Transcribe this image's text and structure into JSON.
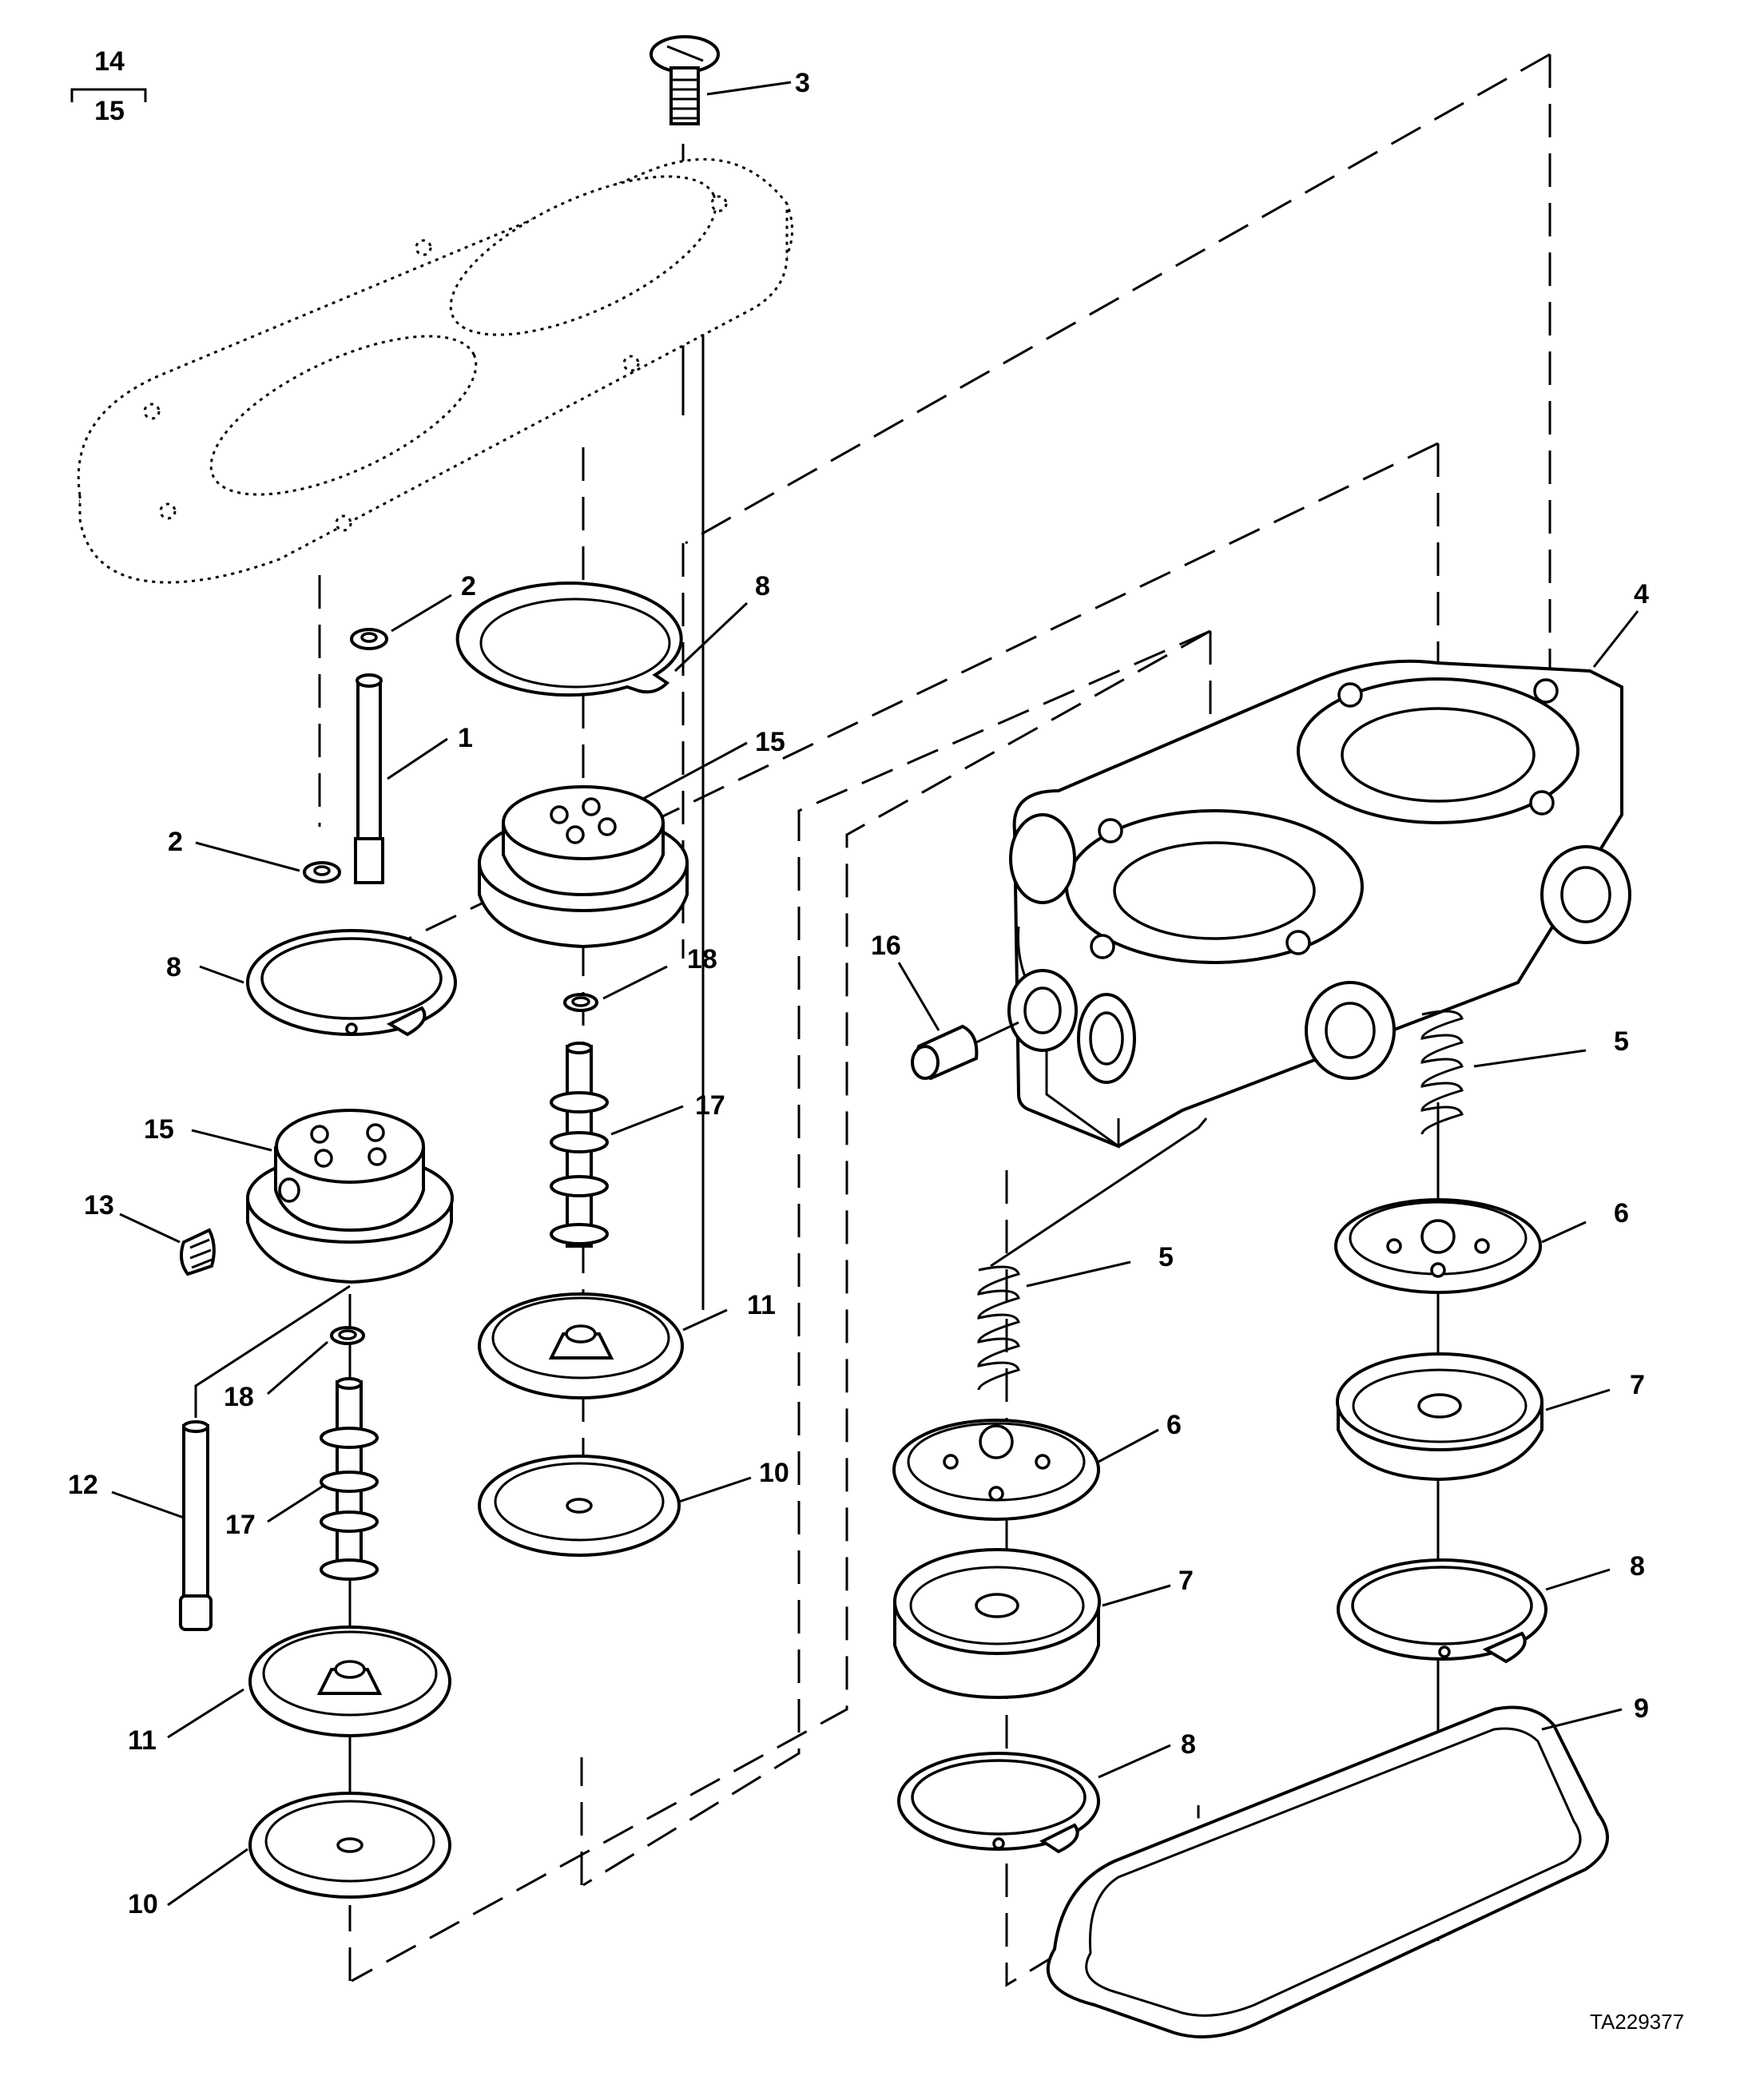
{
  "sheet": {
    "numerator": "14",
    "denominator": "15",
    "reference": "TA229377"
  },
  "callouts": [
    {
      "id": "c3",
      "text": "3"
    },
    {
      "id": "c2a",
      "text": "2"
    },
    {
      "id": "c8a",
      "text": "8"
    },
    {
      "id": "c4",
      "text": "4"
    },
    {
      "id": "c1",
      "text": "1"
    },
    {
      "id": "c15a",
      "text": "15"
    },
    {
      "id": "c2b",
      "text": "2"
    },
    {
      "id": "c8b",
      "text": "8"
    },
    {
      "id": "c18a",
      "text": "18"
    },
    {
      "id": "c16",
      "text": "16"
    },
    {
      "id": "c5a",
      "text": "5"
    },
    {
      "id": "c17a",
      "text": "17"
    },
    {
      "id": "c15b",
      "text": "15"
    },
    {
      "id": "c13",
      "text": "13"
    },
    {
      "id": "c6a",
      "text": "6"
    },
    {
      "id": "c5b",
      "text": "5"
    },
    {
      "id": "c11a",
      "text": "11"
    },
    {
      "id": "c18b",
      "text": "18"
    },
    {
      "id": "c7a",
      "text": "7"
    },
    {
      "id": "c6b",
      "text": "6"
    },
    {
      "id": "c10a",
      "text": "10"
    },
    {
      "id": "c12",
      "text": "12"
    },
    {
      "id": "c17b",
      "text": "17"
    },
    {
      "id": "c8c",
      "text": "8"
    },
    {
      "id": "c7b",
      "text": "7"
    },
    {
      "id": "c9",
      "text": "9"
    },
    {
      "id": "c11b",
      "text": "11"
    },
    {
      "id": "c8d",
      "text": "8"
    },
    {
      "id": "c10b",
      "text": "10"
    }
  ]
}
